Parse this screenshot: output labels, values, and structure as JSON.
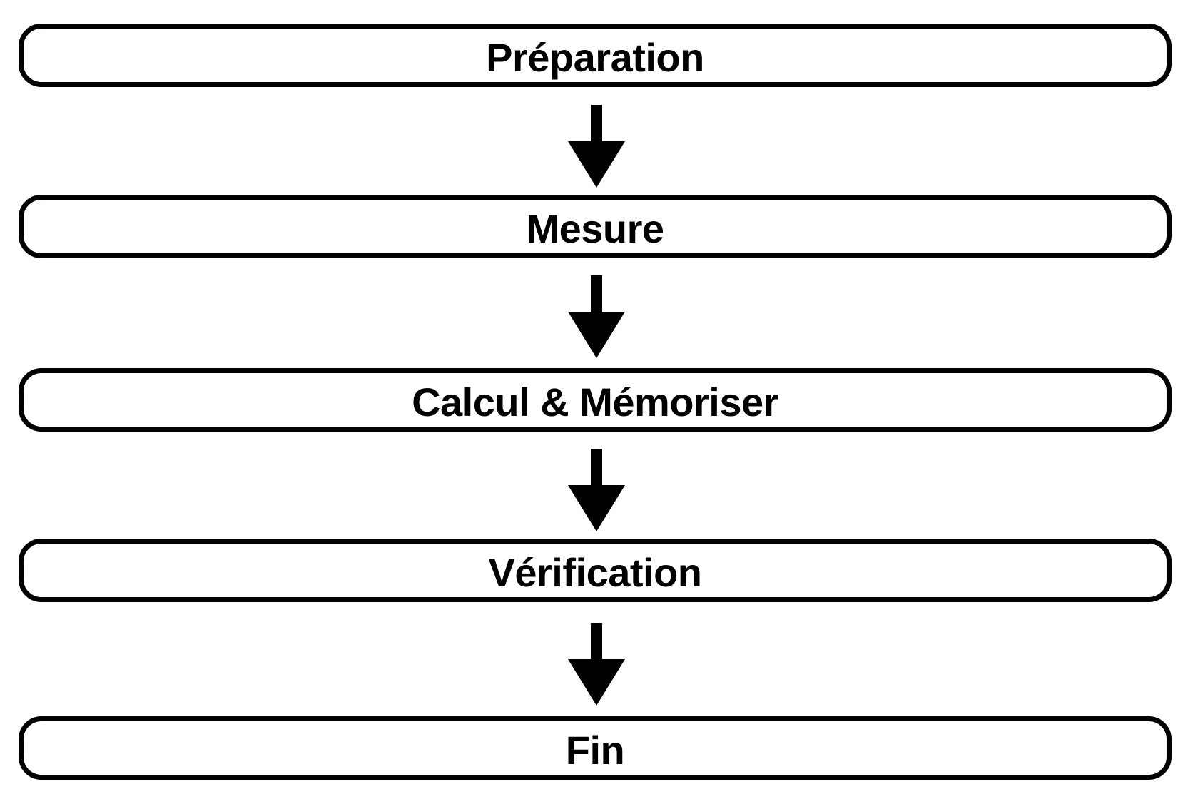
{
  "flowchart": {
    "steps": [
      {
        "label": "Préparation"
      },
      {
        "label": "Mesure"
      },
      {
        "label": "Calcul & Mémoriser"
      },
      {
        "label": "Vérification"
      },
      {
        "label": "Fin"
      }
    ],
    "connector_icon": "arrow-down-icon",
    "colors": {
      "background": "#ffffff",
      "box_fill": "#ffffff",
      "box_border": "#000000",
      "text": "#000000",
      "arrow": "#000000"
    }
  }
}
